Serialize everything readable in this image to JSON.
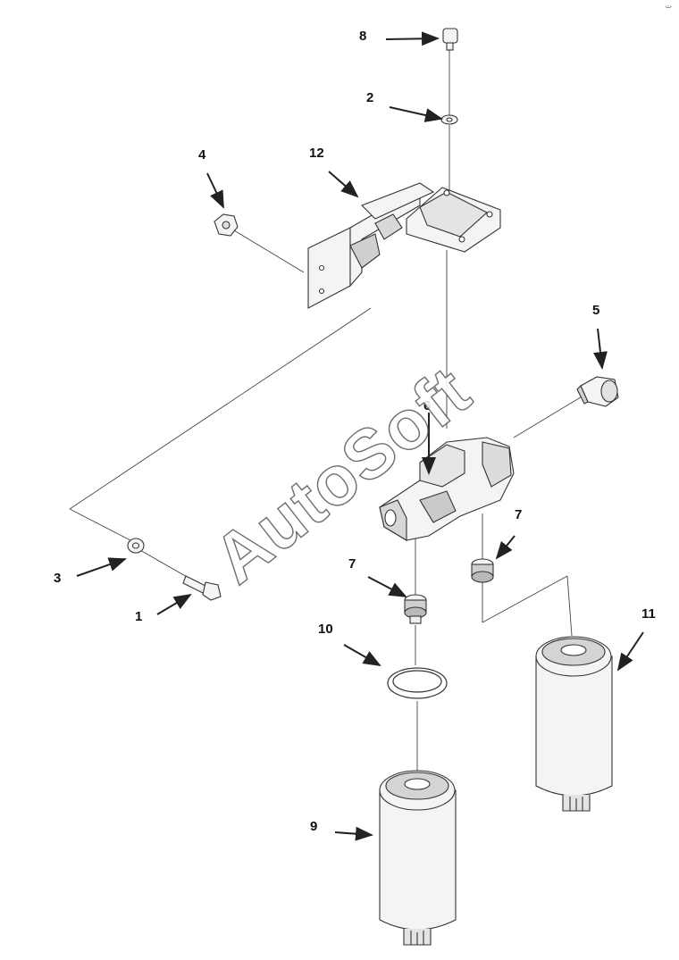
{
  "diagram": {
    "watermark": "AutoSoft",
    "corner_mark": "ت",
    "callouts": [
      {
        "id": "c8",
        "label": "8"
      },
      {
        "id": "c2",
        "label": "2"
      },
      {
        "id": "c4",
        "label": "4"
      },
      {
        "id": "c12",
        "label": "12"
      },
      {
        "id": "c5",
        "label": "5"
      },
      {
        "id": "c6",
        "label": "6"
      },
      {
        "id": "c7a",
        "label": "7"
      },
      {
        "id": "c7b",
        "label": "7"
      },
      {
        "id": "c3",
        "label": "3"
      },
      {
        "id": "c1",
        "label": "1"
      },
      {
        "id": "c10",
        "label": "10"
      },
      {
        "id": "c11",
        "label": "11"
      },
      {
        "id": "c9",
        "label": "9"
      }
    ]
  },
  "colors": {
    "line": "#333333",
    "part_fill": "#f4f4f4",
    "shade": "#9a9a9a",
    "watermark_outline": "#555555"
  }
}
